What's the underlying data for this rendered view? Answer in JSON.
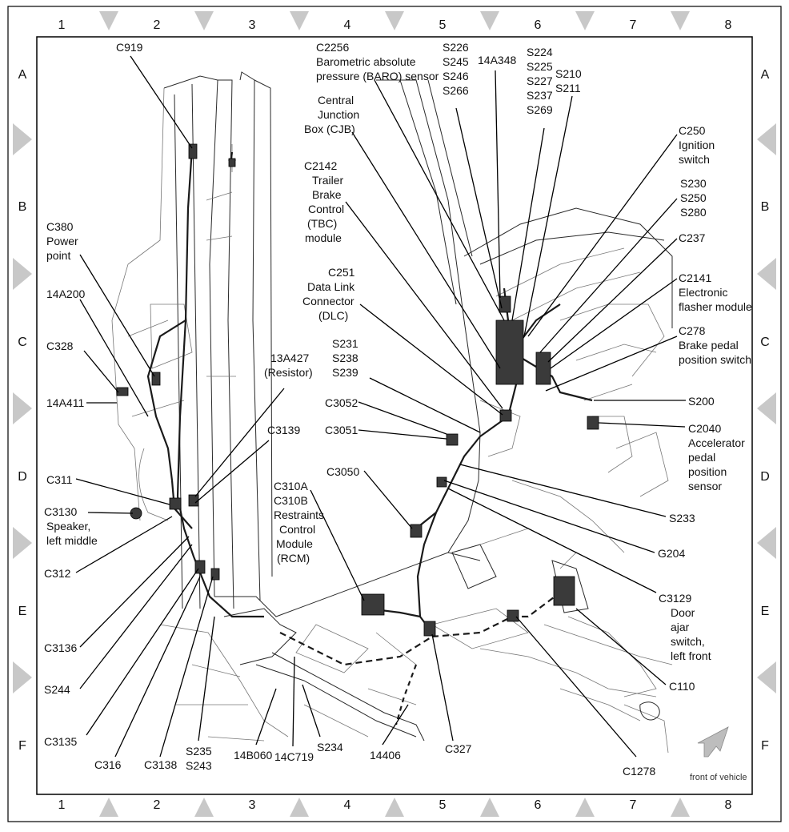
{
  "grid": {
    "columns": [
      "1",
      "2",
      "3",
      "4",
      "5",
      "6",
      "7",
      "8"
    ],
    "rows": [
      "A",
      "B",
      "C",
      "D",
      "E",
      "F"
    ]
  },
  "labels": {
    "c919": "C919",
    "c380": [
      "C380",
      "Power",
      "point"
    ],
    "14a200": "14A200",
    "c328": "C328",
    "14a411": "14A411",
    "13a427": [
      "13A427",
      "(Resistor)"
    ],
    "c3139": "C3139",
    "c311": "C311",
    "c3130": [
      "C3130",
      "Speaker,",
      "left middle"
    ],
    "c312": "C312",
    "c3136": "C3136",
    "s244": "S244",
    "c3135": "C3135",
    "c316": "C316",
    "c3138": "C3138",
    "s235_s243": [
      "S235",
      "S243"
    ],
    "14b060": "14B060",
    "14c719": "14C719",
    "s234": "S234",
    "14406": "14406",
    "c327": "C327",
    "c310": [
      "C310A",
      "C310B",
      "Restraints",
      "Control",
      "Module",
      "(RCM)"
    ],
    "c3050": "C3050",
    "c3051": "C3051",
    "c3052": "C3052",
    "s231_239": [
      "S231",
      "S238",
      "S239"
    ],
    "c251": [
      "C251",
      "Data Link",
      "Connector",
      "(DLC)"
    ],
    "c2142": [
      "C2142",
      "Trailer",
      "Brake",
      "Control",
      "(TBC)",
      "module"
    ],
    "cjb": [
      "Central",
      "Junction",
      "Box (CJB)"
    ],
    "c2256": [
      "C2256",
      "Barometric absolute",
      "pressure (BARO) sensor"
    ],
    "s226_266": [
      "S226",
      "S245",
      "S246",
      "S266"
    ],
    "14a348": "14A348",
    "s224_269": [
      "S224",
      "S225",
      "S227",
      "S237",
      "S269"
    ],
    "s210_211": [
      "S210",
      "S211"
    ],
    "c250": [
      "C250",
      "Ignition",
      "switch"
    ],
    "s230_280": [
      "S230",
      "S250",
      "S280"
    ],
    "c237": "C237",
    "c2141": [
      "C2141",
      "Electronic",
      "flasher module"
    ],
    "c278": [
      "C278",
      "Brake pedal",
      "position switch"
    ],
    "s200": "S200",
    "c2040": [
      "C2040",
      "Accelerator",
      "pedal",
      "position",
      "sensor"
    ],
    "s233": "S233",
    "g204": "G204",
    "c3129": [
      "C3129",
      "Door",
      "ajar",
      "switch,",
      "left front"
    ],
    "c110": "C110",
    "c1278": "C1278",
    "front_of_vehicle": "front of vehicle"
  }
}
